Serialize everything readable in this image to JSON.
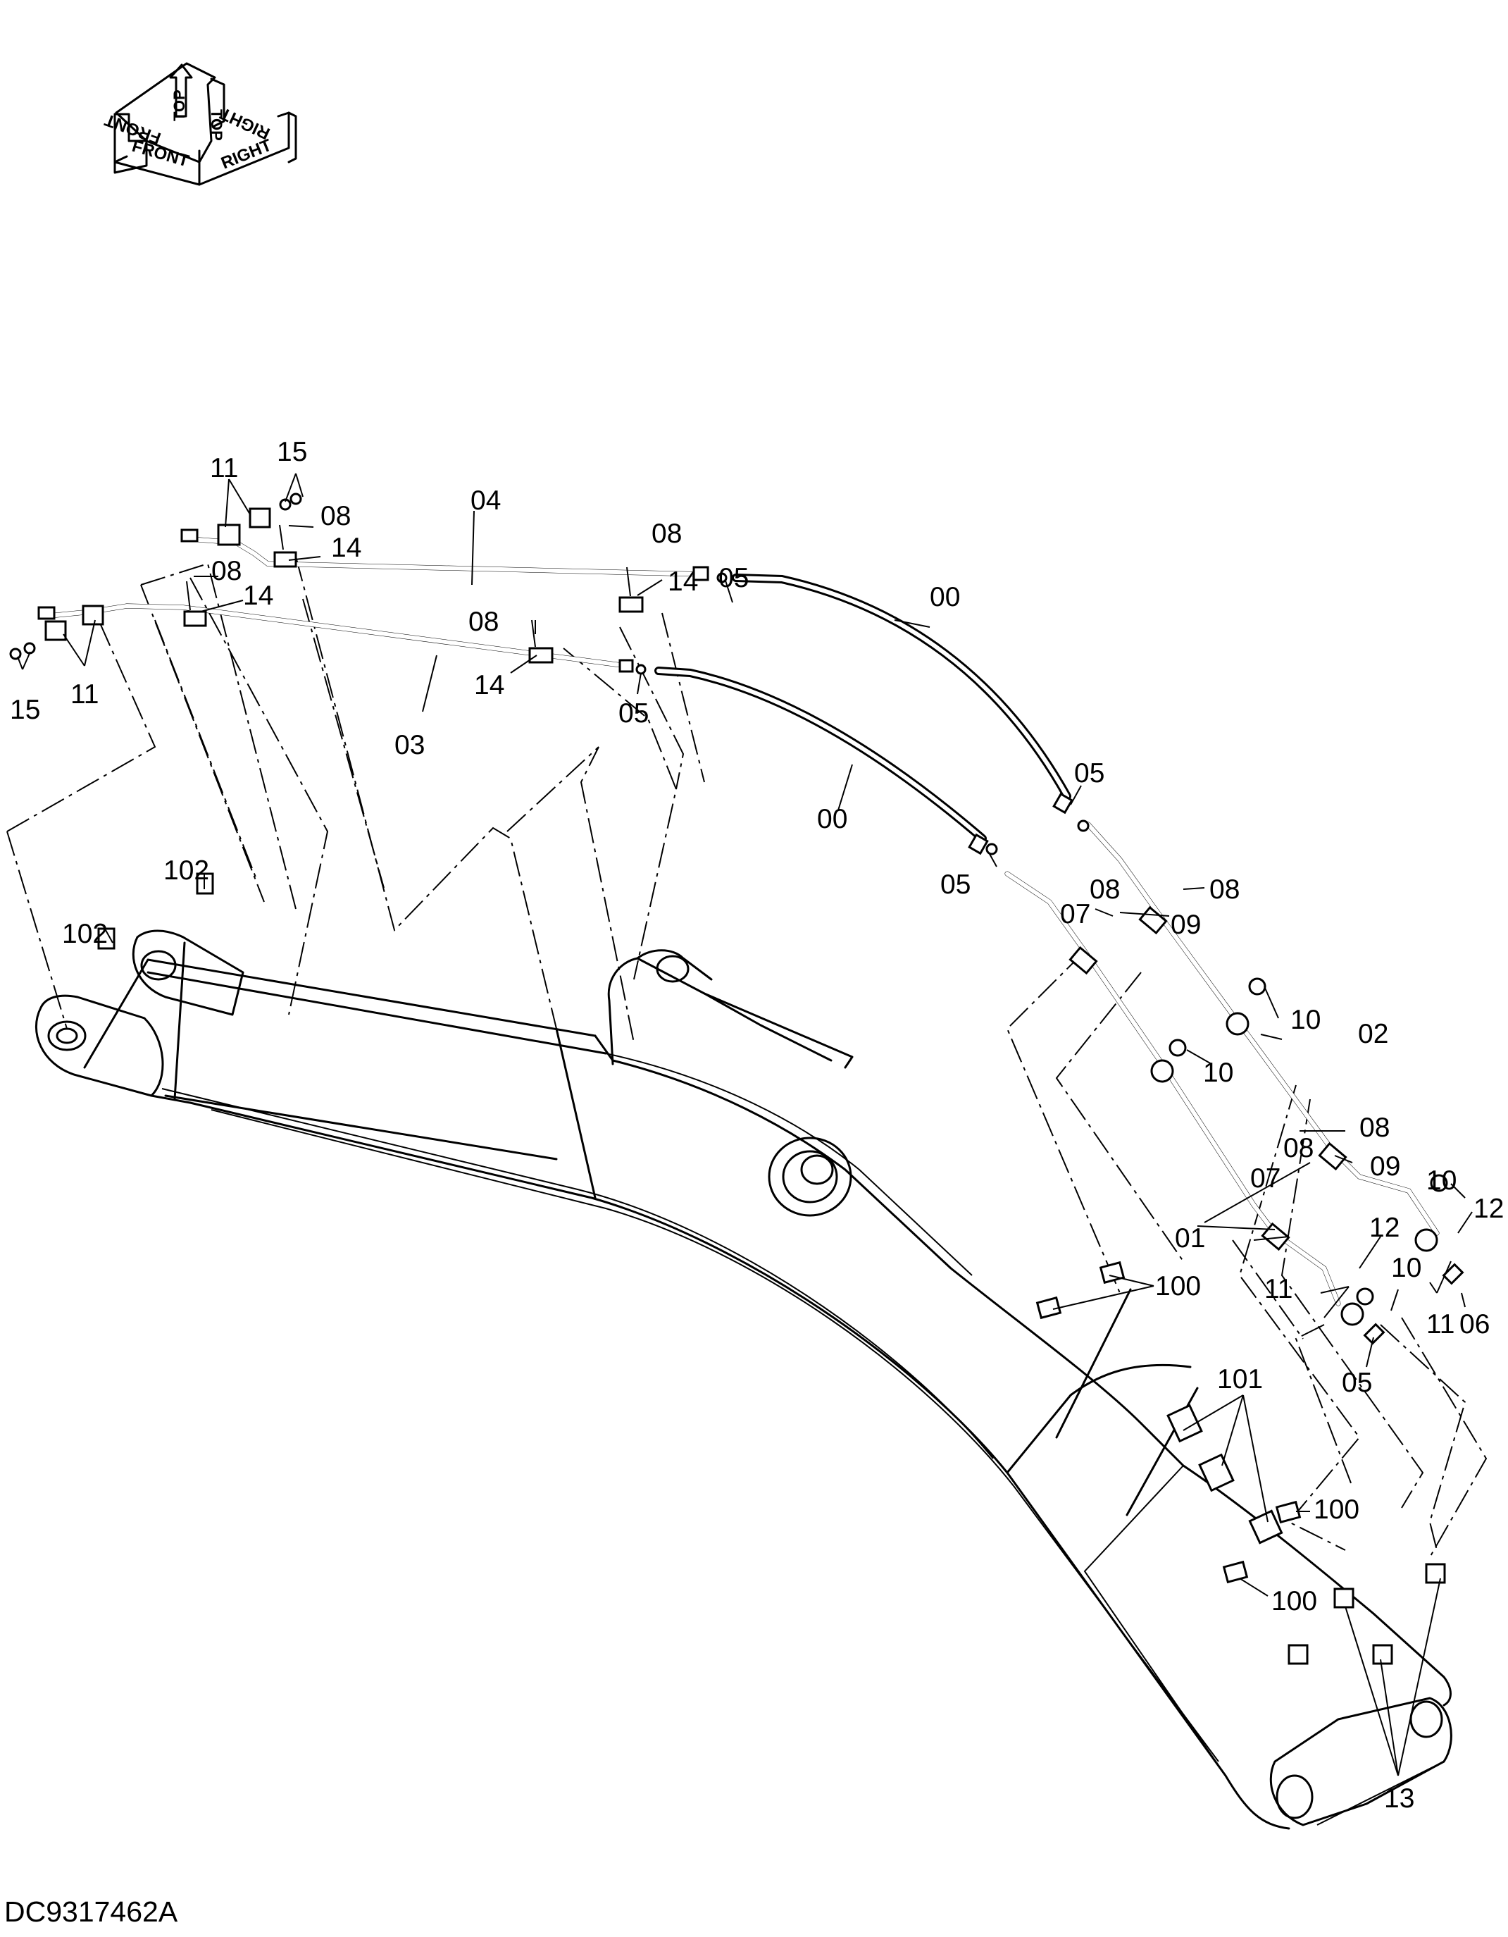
{
  "orientation_badge": {
    "front_label": "FRONT",
    "top_label": "TOP",
    "right_label": "RIGHT"
  },
  "document_id": "DC9317462A",
  "callouts": {
    "c11_topleft": "11",
    "c15_top": "15",
    "c08_a": "08",
    "c04": "04",
    "c14_a": "14",
    "c08_b": "08",
    "c14_b": "14",
    "c08_c": "08",
    "c14_c": "14",
    "c05_a": "05",
    "c00_a": "00",
    "c08_d": "08",
    "c14_d": "14",
    "c03": "03",
    "c05_b": "05",
    "c15_left": "15",
    "c11_left": "11",
    "c00_b": "00",
    "c05_c": "05",
    "c05_d": "05",
    "c08_e": "08",
    "c08_f": "08",
    "c07_a": "07",
    "c09_a": "09",
    "c10_a": "10",
    "c02": "02",
    "c10_b": "10",
    "c08_g": "08",
    "c08_h": "08",
    "c09_b": "09",
    "c07_b": "07",
    "c01": "01",
    "c10_c": "10",
    "c12_a": "12",
    "c12_b": "12",
    "c10_d": "10",
    "c11_a": "11",
    "c11_b": "11",
    "c06": "06",
    "c05_e": "05",
    "c100_a": "100",
    "c101": "101",
    "c100_b": "100",
    "c100_c": "100",
    "c13": "13",
    "c102_a": "102",
    "c102_b": "102"
  }
}
